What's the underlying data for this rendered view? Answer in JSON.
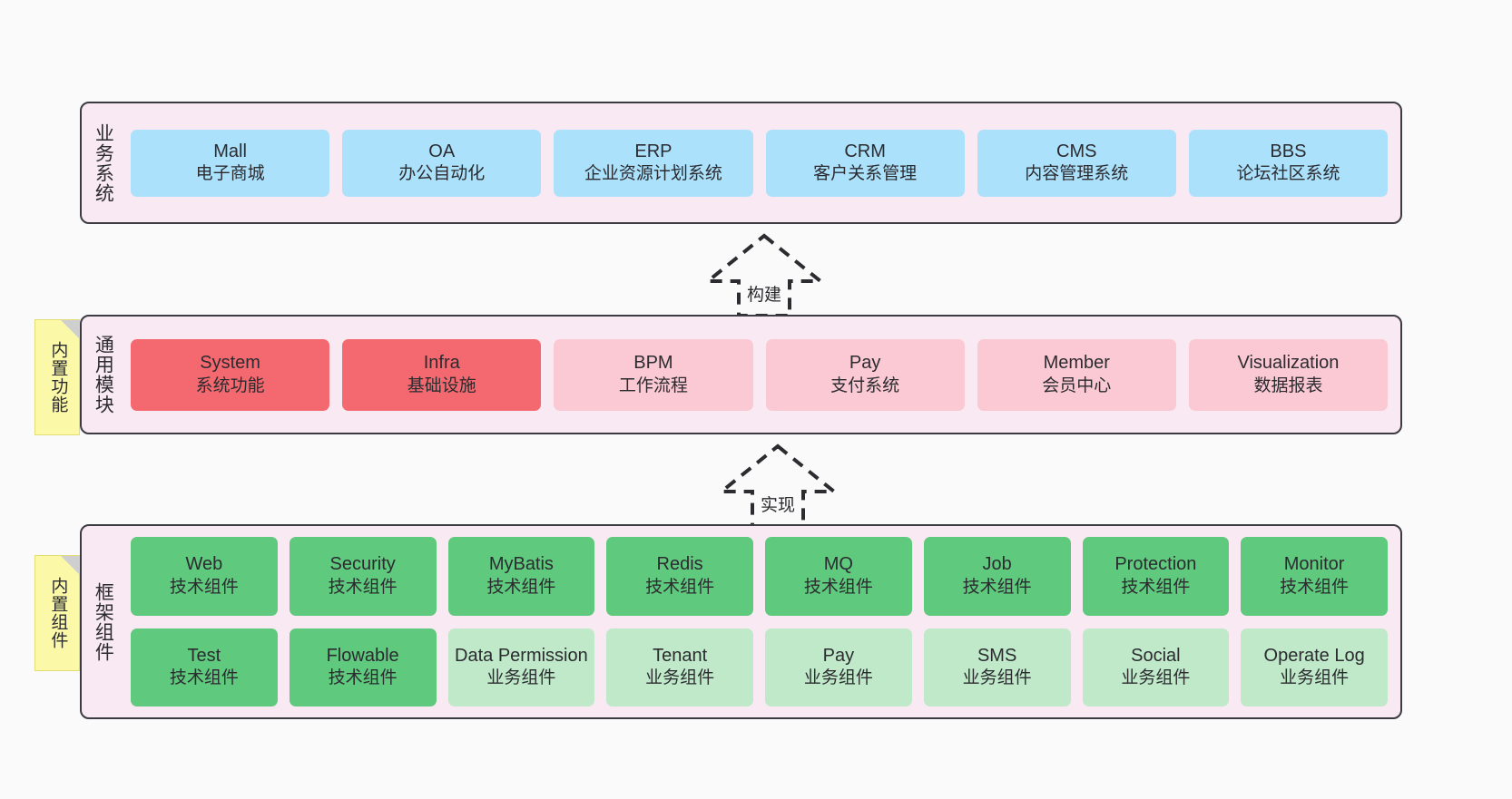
{
  "page": {
    "background": "#fafafa",
    "container_fill": "#f9e9f3",
    "container_border": "#3b3b42"
  },
  "layers": [
    {
      "id": "business",
      "title": "业务系统",
      "cards": [
        {
          "en": "Mall",
          "cn": "电子商城",
          "color": "#ace1fb",
          "tone": "blue"
        },
        {
          "en": "OA",
          "cn": "办公自动化",
          "color": "#ace1fb",
          "tone": "blue"
        },
        {
          "en": "ERP",
          "cn": "企业资源计划系统",
          "color": "#ace1fb",
          "tone": "blue"
        },
        {
          "en": "CRM",
          "cn": "客户关系管理",
          "color": "#ace1fb",
          "tone": "blue"
        },
        {
          "en": "CMS",
          "cn": "内容管理系统",
          "color": "#ace1fb",
          "tone": "blue"
        },
        {
          "en": "BBS",
          "cn": "论坛社区系统",
          "color": "#ace1fb",
          "tone": "blue"
        }
      ]
    },
    {
      "id": "common",
      "title": "通用模块",
      "sticky": "内置功能",
      "sticky_color": "#fbf8a8",
      "cards": [
        {
          "en": "System",
          "cn": "系统功能",
          "color": "#f4696f",
          "tone": "red"
        },
        {
          "en": "Infra",
          "cn": "基础设施",
          "color": "#f4696f",
          "tone": "red"
        },
        {
          "en": "BPM",
          "cn": "工作流程",
          "color": "#fbc9d3",
          "tone": "pink"
        },
        {
          "en": "Pay",
          "cn": "支付系统",
          "color": "#fbc9d3",
          "tone": "pink"
        },
        {
          "en": "Member",
          "cn": "会员中心",
          "color": "#fbc9d3",
          "tone": "pink"
        },
        {
          "en": "Visualization",
          "cn": "数据报表",
          "color": "#fbc9d3",
          "tone": "pink"
        }
      ]
    },
    {
      "id": "frame",
      "title": "框架组件",
      "sticky": "内置组件",
      "sticky_color": "#fbf8a8",
      "cards": [
        {
          "en": "Web",
          "cn": "技术组件",
          "color": "#5fc97e",
          "tone": "green"
        },
        {
          "en": "Security",
          "cn": "技术组件",
          "color": "#5fc97e",
          "tone": "green"
        },
        {
          "en": "MyBatis",
          "cn": "技术组件",
          "color": "#5fc97e",
          "tone": "green"
        },
        {
          "en": "Redis",
          "cn": "技术组件",
          "color": "#5fc97e",
          "tone": "green"
        },
        {
          "en": "MQ",
          "cn": "技术组件",
          "color": "#5fc97e",
          "tone": "green"
        },
        {
          "en": "Job",
          "cn": "技术组件",
          "color": "#5fc97e",
          "tone": "green"
        },
        {
          "en": "Protection",
          "cn": "技术组件",
          "color": "#5fc97e",
          "tone": "green"
        },
        {
          "en": "Monitor",
          "cn": "技术组件",
          "color": "#5fc97e",
          "tone": "green"
        },
        {
          "en": "Test",
          "cn": "技术组件",
          "color": "#5fc97e",
          "tone": "green"
        },
        {
          "en": "Flowable",
          "cn": "技术组件",
          "color": "#5fc97e",
          "tone": "green"
        },
        {
          "en": "Data Permission",
          "cn": "业务组件",
          "color": "#bfe9c9",
          "tone": "greenlt"
        },
        {
          "en": "Tenant",
          "cn": "业务组件",
          "color": "#bfe9c9",
          "tone": "greenlt"
        },
        {
          "en": "Pay",
          "cn": "业务组件",
          "color": "#bfe9c9",
          "tone": "greenlt"
        },
        {
          "en": "SMS",
          "cn": "业务组件",
          "color": "#bfe9c9",
          "tone": "greenlt"
        },
        {
          "en": "Social",
          "cn": "业务组件",
          "color": "#bfe9c9",
          "tone": "greenlt"
        },
        {
          "en": "Operate Log",
          "cn": "业务组件",
          "color": "#bfe9c9",
          "tone": "greenlt"
        }
      ]
    }
  ],
  "arrows": [
    {
      "id": "build",
      "label": "构建",
      "style": "dashed-hollow-up"
    },
    {
      "id": "impl",
      "label": "实现",
      "style": "dashed-hollow-up"
    }
  ]
}
